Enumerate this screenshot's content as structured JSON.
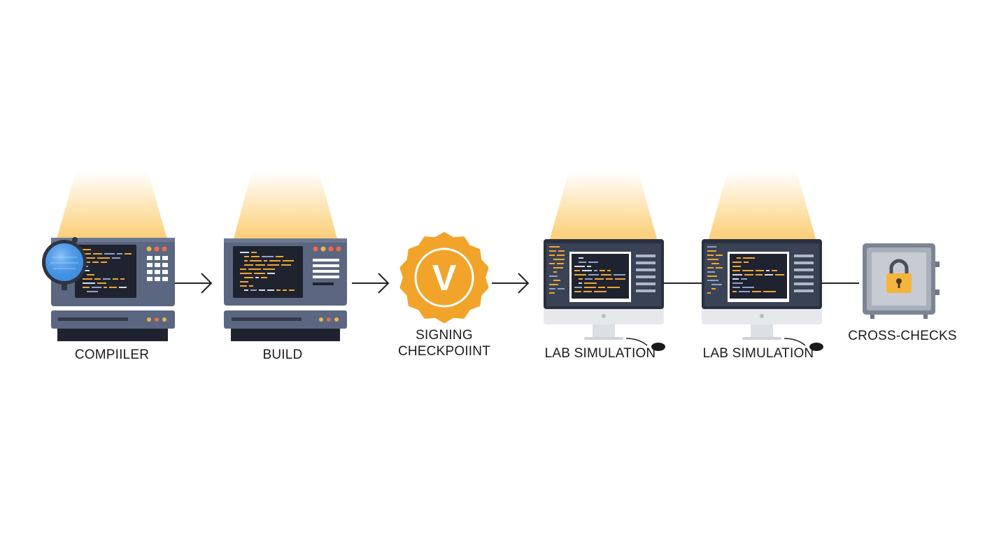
{
  "stages": [
    {
      "id": "compiler",
      "label": "COMPIILER",
      "icon": "server-with-magnifier-icon"
    },
    {
      "id": "build",
      "label": "BUILD",
      "icon": "server-icon"
    },
    {
      "id": "signing",
      "label": "SIGNING\nCHECKPOIINT",
      "icon": "verified-badge-icon",
      "badge_letter": "V"
    },
    {
      "id": "lab1",
      "label": "LAB SIMULATION",
      "icon": "desktop-monitor-icon"
    },
    {
      "id": "lab2",
      "label": "LAB SIMULATION",
      "icon": "desktop-monitor-icon"
    },
    {
      "id": "crosschecks",
      "label": "CROSS-CHECKS",
      "icon": "locked-safe-icon"
    }
  ],
  "colors": {
    "server_body": "#5b6781",
    "server_dark": "#343a4d",
    "screen": "#1f2330",
    "code_orange": "#f0a531",
    "badge_orange": "#f2a42a",
    "glow": "#fbd27a",
    "lens_blue": "#3f8ee0",
    "monitor_silver": "#e6e8ec",
    "safe_gray": "#8d95a2",
    "lock_gold": "#f5b53a",
    "connector": "#222222"
  }
}
